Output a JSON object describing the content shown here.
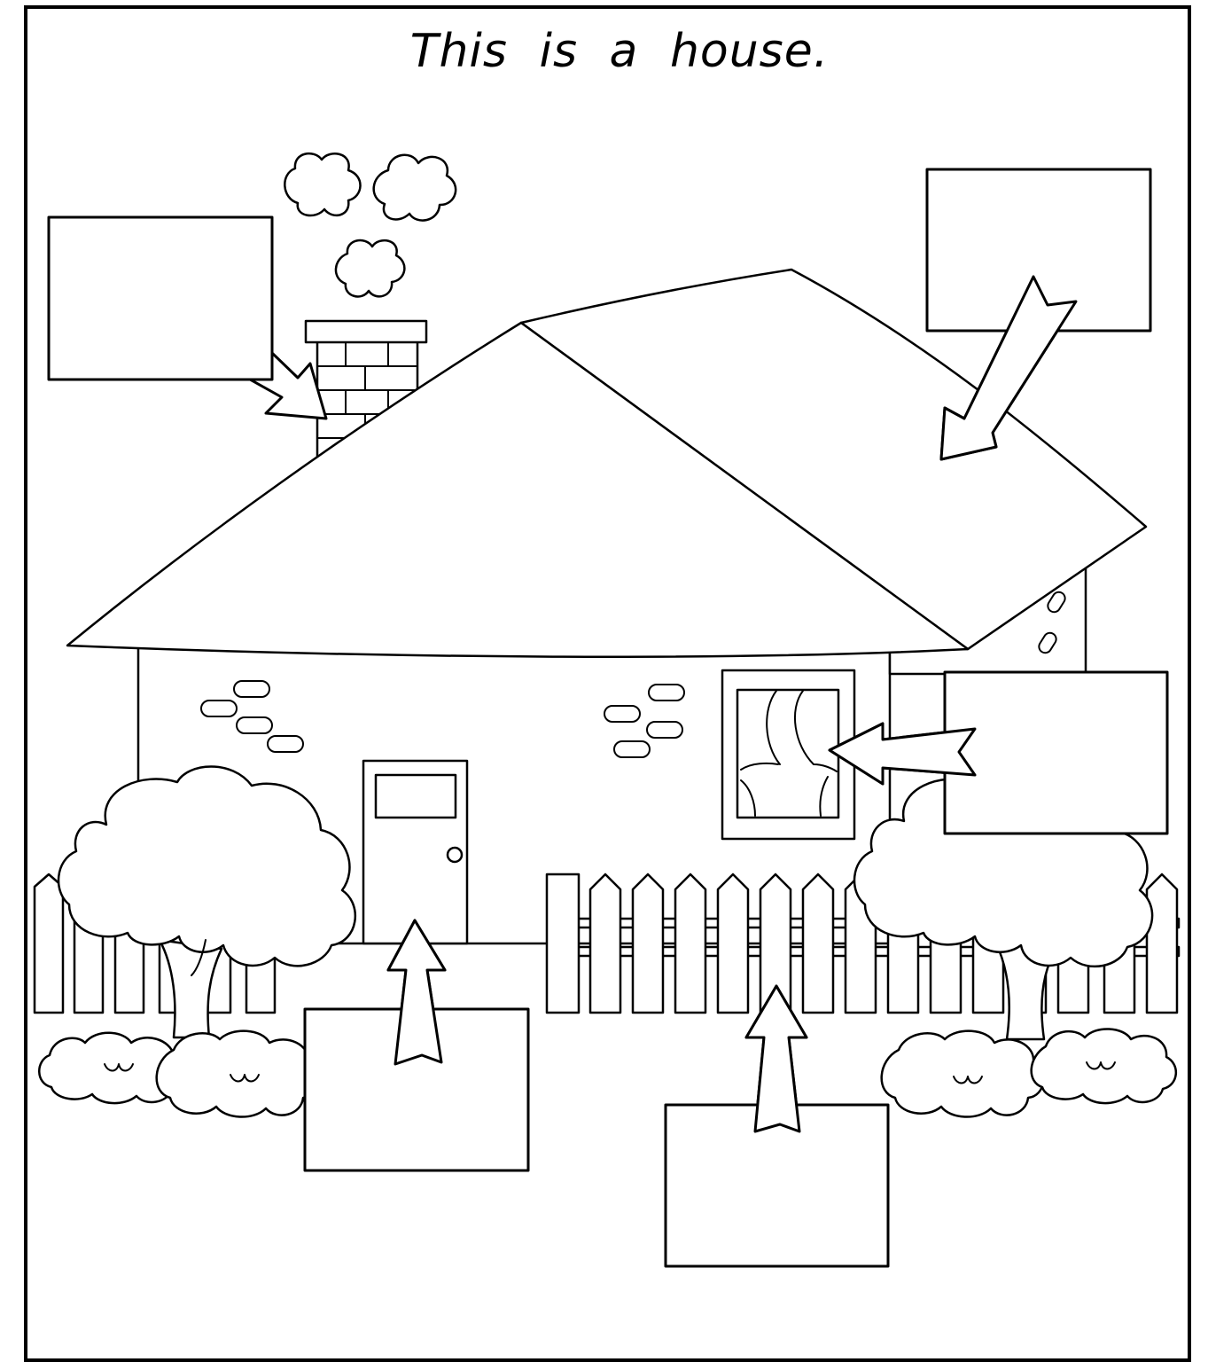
{
  "worksheet": {
    "title": "This is a house.",
    "label_boxes": [
      {
        "id": "chimney",
        "points_to": "chimney",
        "text": ""
      },
      {
        "id": "roof",
        "points_to": "roof",
        "text": ""
      },
      {
        "id": "window",
        "points_to": "window",
        "text": ""
      },
      {
        "id": "door",
        "points_to": "door",
        "text": ""
      },
      {
        "id": "fence",
        "points_to": "fence",
        "text": ""
      }
    ]
  },
  "colors": {
    "line": "#000000",
    "background": "#ffffff"
  }
}
